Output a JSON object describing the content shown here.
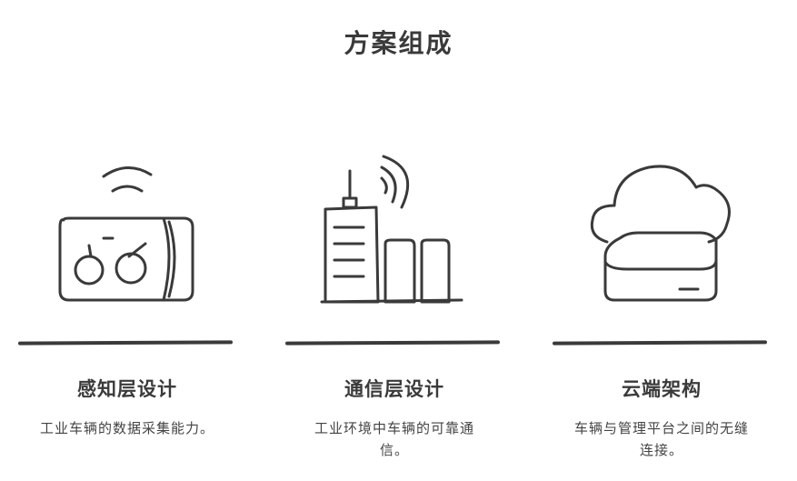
{
  "page_title": "方案组成",
  "accent_color": "#3a3a3a",
  "cards": [
    {
      "title": "感知层设计",
      "description": "工业车辆的数据采集能力。",
      "icon": "sensor-device-icon"
    },
    {
      "title": "通信层设计",
      "description": "工业环境中车辆的可靠通信。",
      "icon": "signal-tower-icon"
    },
    {
      "title": "云端架构",
      "description": "车辆与管理平台之间的无缝连接。",
      "icon": "cloud-server-icon"
    }
  ]
}
